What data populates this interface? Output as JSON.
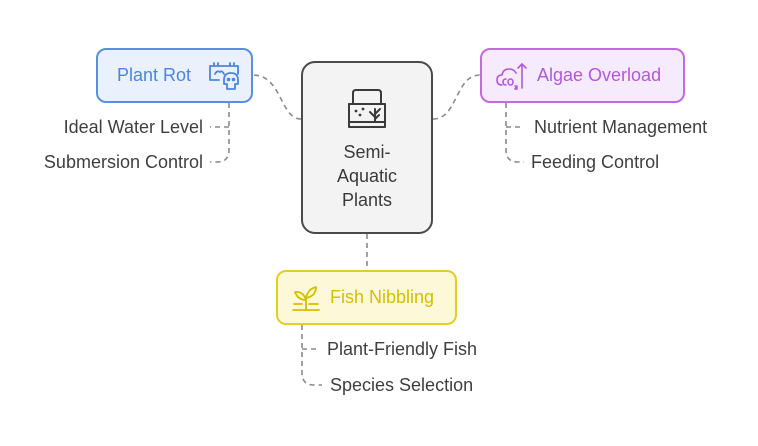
{
  "center": {
    "label": "Semi-\nAquatic\nPlants",
    "icon": "aquarium-icon"
  },
  "nodes": {
    "plant_rot": {
      "label": "Plant Rot",
      "icon": "rotting-plant-skull-icon",
      "color": "#4a86e0",
      "children": [
        "Ideal Water Level",
        "Submersion Control"
      ]
    },
    "algae_overload": {
      "label": "Algae Overload",
      "icon": "co2-increase-icon",
      "color": "#b259d9",
      "children": [
        "Nutrient Management",
        "Feeding Control"
      ]
    },
    "fish_nibbling": {
      "label": "Fish Nibbling",
      "icon": "plant-sprout-icon",
      "color": "#d4bf00",
      "children": [
        "Plant-Friendly Fish",
        "Species Selection"
      ]
    }
  }
}
